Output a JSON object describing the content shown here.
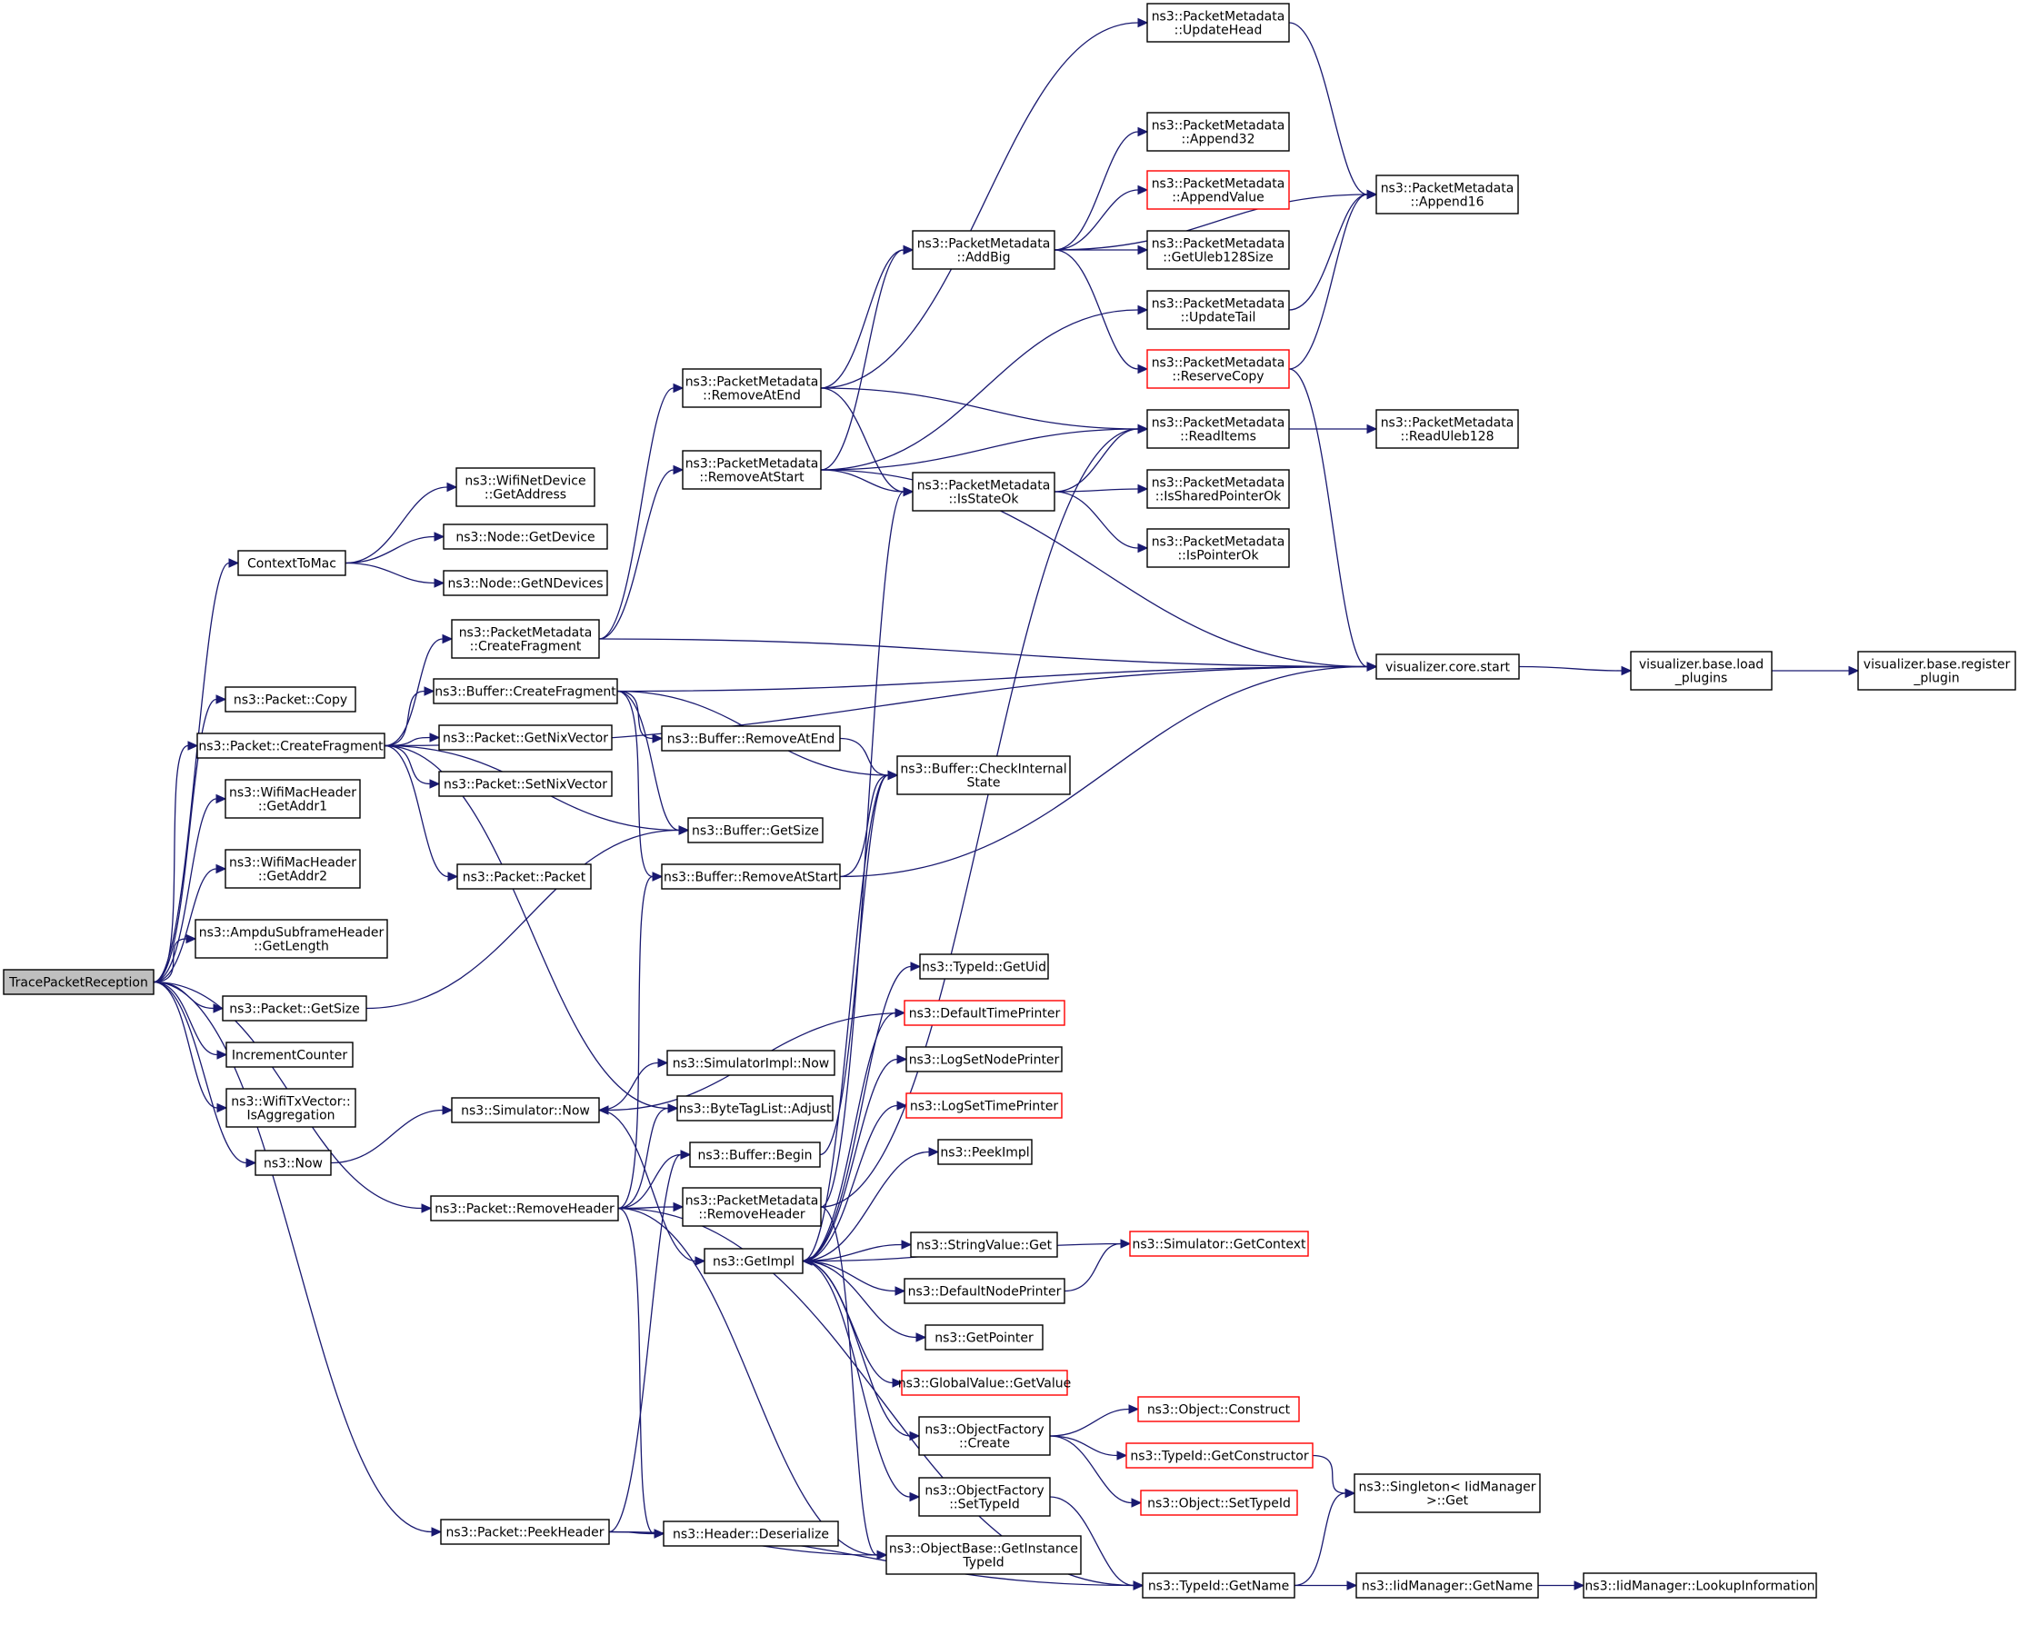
{
  "graph": {
    "title": "",
    "colors": {
      "edge": "#191970",
      "node_border": "#000000",
      "truncated_border": "#ff0000",
      "root_fill": "#bfbfbf"
    },
    "nodes": [
      {
        "id": "trace",
        "lines": [
          "TracePacketReception"
        ],
        "style": "root"
      },
      {
        "id": "ctx",
        "lines": [
          "ContextToMac"
        ]
      },
      {
        "id": "wnd_addr",
        "lines": [
          "ns3::WifiNetDevice",
          "::GetAddress"
        ]
      },
      {
        "id": "node_dev",
        "lines": [
          "ns3::Node::GetDevice"
        ]
      },
      {
        "id": "node_ndev",
        "lines": [
          "ns3::Node::GetNDevices"
        ]
      },
      {
        "id": "pkt_copy",
        "lines": [
          "ns3::Packet::Copy"
        ]
      },
      {
        "id": "pkt_cf",
        "lines": [
          "ns3::Packet::CreateFragment"
        ]
      },
      {
        "id": "mac_a1",
        "lines": [
          "ns3::WifiMacHeader",
          "::GetAddr1"
        ]
      },
      {
        "id": "mac_a2",
        "lines": [
          "ns3::WifiMacHeader",
          "::GetAddr2"
        ]
      },
      {
        "id": "ampdu",
        "lines": [
          "ns3::AmpduSubframeHeader",
          "::GetLength"
        ]
      },
      {
        "id": "pkt_gs",
        "lines": [
          "ns3::Packet::GetSize"
        ]
      },
      {
        "id": "incr",
        "lines": [
          "IncrementCounter"
        ]
      },
      {
        "id": "txvec",
        "lines": [
          "ns3::WifiTxVector::",
          "IsAggregation"
        ]
      },
      {
        "id": "now",
        "lines": [
          "ns3::Now"
        ]
      },
      {
        "id": "pkt_rh",
        "lines": [
          "ns3::Packet::RemoveHeader"
        ]
      },
      {
        "id": "pkt_ph",
        "lines": [
          "ns3::Packet::PeekHeader"
        ]
      },
      {
        "id": "pm_cf",
        "lines": [
          "ns3::PacketMetadata",
          "::CreateFragment"
        ]
      },
      {
        "id": "buf_cf",
        "lines": [
          "ns3::Buffer::CreateFragment"
        ]
      },
      {
        "id": "pkt_gnv",
        "lines": [
          "ns3::Packet::GetNixVector"
        ]
      },
      {
        "id": "pkt_snv",
        "lines": [
          "ns3::Packet::SetNixVector"
        ]
      },
      {
        "id": "pkt_pkt",
        "lines": [
          "ns3::Packet::Packet"
        ]
      },
      {
        "id": "sim_now",
        "lines": [
          "ns3::Simulator::Now"
        ]
      },
      {
        "id": "pm_rae",
        "lines": [
          "ns3::PacketMetadata",
          "::RemoveAtEnd"
        ]
      },
      {
        "id": "pm_ras",
        "lines": [
          "ns3::PacketMetadata",
          "::RemoveAtStart"
        ]
      },
      {
        "id": "buf_rae",
        "lines": [
          "ns3::Buffer::RemoveAtEnd"
        ]
      },
      {
        "id": "buf_gs",
        "lines": [
          "ns3::Buffer::GetSize"
        ]
      },
      {
        "id": "buf_ras",
        "lines": [
          "ns3::Buffer::RemoveAtStart"
        ]
      },
      {
        "id": "simimpl_now",
        "lines": [
          "ns3::SimulatorImpl::Now"
        ]
      },
      {
        "id": "btl_adj",
        "lines": [
          "ns3::ByteTagList::Adjust"
        ]
      },
      {
        "id": "buf_begin",
        "lines": [
          "ns3::Buffer::Begin"
        ]
      },
      {
        "id": "pm_rh",
        "lines": [
          "ns3::PacketMetadata",
          "::RemoveHeader"
        ]
      },
      {
        "id": "getimpl",
        "lines": [
          "ns3::GetImpl"
        ]
      },
      {
        "id": "hdr_deser",
        "lines": [
          "ns3::Header::Deserialize"
        ]
      },
      {
        "id": "pm_addbig",
        "lines": [
          "ns3::PacketMetadata",
          "::AddBig"
        ]
      },
      {
        "id": "pm_isstate",
        "lines": [
          "ns3::PacketMetadata",
          "::IsStateOk"
        ]
      },
      {
        "id": "buf_cis",
        "lines": [
          "ns3::Buffer::CheckInternal",
          "State"
        ]
      },
      {
        "id": "tid_uid",
        "lines": [
          "ns3::TypeId::GetUid"
        ]
      },
      {
        "id": "dtp",
        "lines": [
          "ns3::DefaultTimePrinter"
        ],
        "style": "red"
      },
      {
        "id": "lsnp",
        "lines": [
          "ns3::LogSetNodePrinter"
        ]
      },
      {
        "id": "lstp",
        "lines": [
          "ns3::LogSetTimePrinter"
        ],
        "style": "red"
      },
      {
        "id": "peekimpl",
        "lines": [
          "ns3::PeekImpl"
        ]
      },
      {
        "id": "sv_get",
        "lines": [
          "ns3::StringValue::Get"
        ]
      },
      {
        "id": "dnp",
        "lines": [
          "ns3::DefaultNodePrinter"
        ]
      },
      {
        "id": "getptr",
        "lines": [
          "ns3::GetPointer"
        ]
      },
      {
        "id": "gv_get",
        "lines": [
          "ns3::GlobalValue::GetValue"
        ],
        "style": "red"
      },
      {
        "id": "of_create",
        "lines": [
          "ns3::ObjectFactory",
          "::Create"
        ]
      },
      {
        "id": "of_settid",
        "lines": [
          "ns3::ObjectFactory",
          "::SetTypeId"
        ]
      },
      {
        "id": "ob_git",
        "lines": [
          "ns3::ObjectBase::GetInstance",
          "TypeId"
        ]
      },
      {
        "id": "pm_uhead",
        "lines": [
          "ns3::PacketMetadata",
          "::UpdateHead"
        ]
      },
      {
        "id": "pm_a32",
        "lines": [
          "ns3::PacketMetadata",
          "::Append32"
        ]
      },
      {
        "id": "pm_aval",
        "lines": [
          "ns3::PacketMetadata",
          "::AppendValue"
        ],
        "style": "red"
      },
      {
        "id": "pm_guleb",
        "lines": [
          "ns3::PacketMetadata",
          "::GetUleb128Size"
        ]
      },
      {
        "id": "pm_utail",
        "lines": [
          "ns3::PacketMetadata",
          "::UpdateTail"
        ]
      },
      {
        "id": "pm_rcopy",
        "lines": [
          "ns3::PacketMetadata",
          "::ReserveCopy"
        ],
        "style": "red"
      },
      {
        "id": "pm_ritems",
        "lines": [
          "ns3::PacketMetadata",
          "::ReadItems"
        ]
      },
      {
        "id": "pm_isshared",
        "lines": [
          "ns3::PacketMetadata",
          "::IsSharedPointerOk"
        ]
      },
      {
        "id": "pm_isptr",
        "lines": [
          "ns3::PacketMetadata",
          "::IsPointerOk"
        ]
      },
      {
        "id": "sim_getctx",
        "lines": [
          "ns3::Simulator::GetContext"
        ],
        "style": "red"
      },
      {
        "id": "obj_construct",
        "lines": [
          "ns3::Object::Construct"
        ],
        "style": "red"
      },
      {
        "id": "tid_getctor",
        "lines": [
          "ns3::TypeId::GetConstructor"
        ],
        "style": "red"
      },
      {
        "id": "obj_settid",
        "lines": [
          "ns3::Object::SetTypeId"
        ],
        "style": "red"
      },
      {
        "id": "tid_getname",
        "lines": [
          "ns3::TypeId::GetName"
        ]
      },
      {
        "id": "pm_a16",
        "lines": [
          "ns3::PacketMetadata",
          "::Append16"
        ]
      },
      {
        "id": "pm_rleb",
        "lines": [
          "ns3::PacketMetadata",
          "::ReadUleb128"
        ]
      },
      {
        "id": "vcs",
        "lines": [
          "visualizer.core.start"
        ]
      },
      {
        "id": "singleton",
        "lines": [
          "ns3::Singleton< IidManager",
          " >::Get"
        ]
      },
      {
        "id": "iid_getname",
        "lines": [
          "ns3::IidManager::GetName"
        ]
      },
      {
        "id": "vbl",
        "lines": [
          "visualizer.base.load",
          "_plugins"
        ]
      },
      {
        "id": "iid_lookup",
        "lines": [
          "ns3::IidManager::LookupInformation"
        ]
      },
      {
        "id": "vbr",
        "lines": [
          "visualizer.base.register",
          "_plugin"
        ]
      }
    ],
    "edges": [
      [
        "trace",
        "ctx"
      ],
      [
        "trace",
        "pkt_copy"
      ],
      [
        "trace",
        "pkt_cf"
      ],
      [
        "trace",
        "mac_a1"
      ],
      [
        "trace",
        "mac_a2"
      ],
      [
        "trace",
        "ampdu"
      ],
      [
        "trace",
        "pkt_gs"
      ],
      [
        "trace",
        "incr"
      ],
      [
        "trace",
        "txvec"
      ],
      [
        "trace",
        "now"
      ],
      [
        "trace",
        "pkt_rh"
      ],
      [
        "trace",
        "pkt_ph"
      ],
      [
        "ctx",
        "wnd_addr"
      ],
      [
        "ctx",
        "node_dev"
      ],
      [
        "ctx",
        "node_ndev"
      ],
      [
        "pkt_cf",
        "pm_cf"
      ],
      [
        "pkt_cf",
        "buf_cf"
      ],
      [
        "pkt_cf",
        "pkt_gnv"
      ],
      [
        "pkt_cf",
        "pkt_snv"
      ],
      [
        "pkt_cf",
        "buf_gs"
      ],
      [
        "pkt_cf",
        "pkt_pkt"
      ],
      [
        "pkt_cf",
        "btl_adj"
      ],
      [
        "pkt_cf",
        "vcs"
      ],
      [
        "pkt_gs",
        "buf_gs"
      ],
      [
        "now",
        "sim_now"
      ],
      [
        "pkt_rh",
        "buf_ras"
      ],
      [
        "pkt_rh",
        "btl_adj"
      ],
      [
        "pkt_rh",
        "buf_begin"
      ],
      [
        "pkt_rh",
        "pm_rh"
      ],
      [
        "pkt_rh",
        "hdr_deser"
      ],
      [
        "pkt_rh",
        "ob_git"
      ],
      [
        "pkt_rh",
        "tid_getname"
      ],
      [
        "pkt_ph",
        "buf_begin"
      ],
      [
        "pkt_ph",
        "hdr_deser"
      ],
      [
        "pkt_ph",
        "ob_git"
      ],
      [
        "pkt_ph",
        "tid_getname"
      ],
      [
        "pm_cf",
        "pm_rae"
      ],
      [
        "pm_cf",
        "pm_ras"
      ],
      [
        "pm_cf",
        "vcs"
      ],
      [
        "buf_cf",
        "buf_rae"
      ],
      [
        "buf_cf",
        "buf_gs"
      ],
      [
        "buf_cf",
        "buf_ras"
      ],
      [
        "buf_cf",
        "buf_cis"
      ],
      [
        "buf_cf",
        "vcs"
      ],
      [
        "sim_now",
        "simimpl_now"
      ],
      [
        "sim_now",
        "getimpl"
      ],
      [
        "pm_rae",
        "pm_uhead"
      ],
      [
        "pm_rae",
        "pm_addbig"
      ],
      [
        "pm_rae",
        "pm_ritems"
      ],
      [
        "pm_rae",
        "pm_isstate"
      ],
      [
        "pm_ras",
        "pm_addbig"
      ],
      [
        "pm_ras",
        "pm_utail"
      ],
      [
        "pm_ras",
        "pm_ritems"
      ],
      [
        "pm_ras",
        "pm_isstate"
      ],
      [
        "pm_ras",
        "vcs"
      ],
      [
        "buf_rae",
        "buf_cis"
      ],
      [
        "buf_ras",
        "buf_cis"
      ],
      [
        "buf_ras",
        "vcs"
      ],
      [
        "buf_begin",
        "buf_cis"
      ],
      [
        "pm_rh",
        "pm_isstate"
      ],
      [
        "pm_rh",
        "pm_ritems"
      ],
      [
        "pm_rh",
        "ob_git"
      ],
      [
        "getimpl",
        "tid_uid"
      ],
      [
        "getimpl",
        "lsnp"
      ],
      [
        "getimpl",
        "lstp"
      ],
      [
        "getimpl",
        "peekimpl"
      ],
      [
        "getimpl",
        "sv_get"
      ],
      [
        "getimpl",
        "dnp"
      ],
      [
        "getimpl",
        "getptr"
      ],
      [
        "getimpl",
        "gv_get"
      ],
      [
        "getimpl",
        "of_create"
      ],
      [
        "getimpl",
        "of_settid"
      ],
      [
        "getimpl",
        "buf_cis"
      ],
      [
        "getimpl",
        "dtp"
      ],
      [
        "pm_addbig",
        "pm_a16"
      ],
      [
        "pm_addbig",
        "pm_a32"
      ],
      [
        "pm_addbig",
        "pm_aval"
      ],
      [
        "pm_addbig",
        "pm_guleb"
      ],
      [
        "pm_addbig",
        "pm_rcopy"
      ],
      [
        "pm_isstate",
        "pm_ritems"
      ],
      [
        "pm_isstate",
        "pm_isshared"
      ],
      [
        "pm_isstate",
        "pm_isptr"
      ],
      [
        "dtp",
        "sim_now"
      ],
      [
        "dnp",
        "sim_getctx"
      ],
      [
        "sim_getctx",
        "getimpl"
      ],
      [
        "of_create",
        "obj_construct"
      ],
      [
        "of_create",
        "tid_getctor"
      ],
      [
        "of_create",
        "obj_settid"
      ],
      [
        "of_settid",
        "tid_getname"
      ],
      [
        "pm_uhead",
        "pm_a16"
      ],
      [
        "pm_utail",
        "pm_a16"
      ],
      [
        "pm_rcopy",
        "pm_a16"
      ],
      [
        "pm_rcopy",
        "vcs"
      ],
      [
        "pm_ritems",
        "pm_rleb"
      ],
      [
        "tid_getctor",
        "singleton"
      ],
      [
        "tid_getname",
        "singleton"
      ],
      [
        "tid_getname",
        "iid_getname"
      ],
      [
        "iid_getname",
        "iid_lookup"
      ],
      [
        "vcs",
        "vbl"
      ],
      [
        "vbl",
        "vbr"
      ]
    ]
  }
}
